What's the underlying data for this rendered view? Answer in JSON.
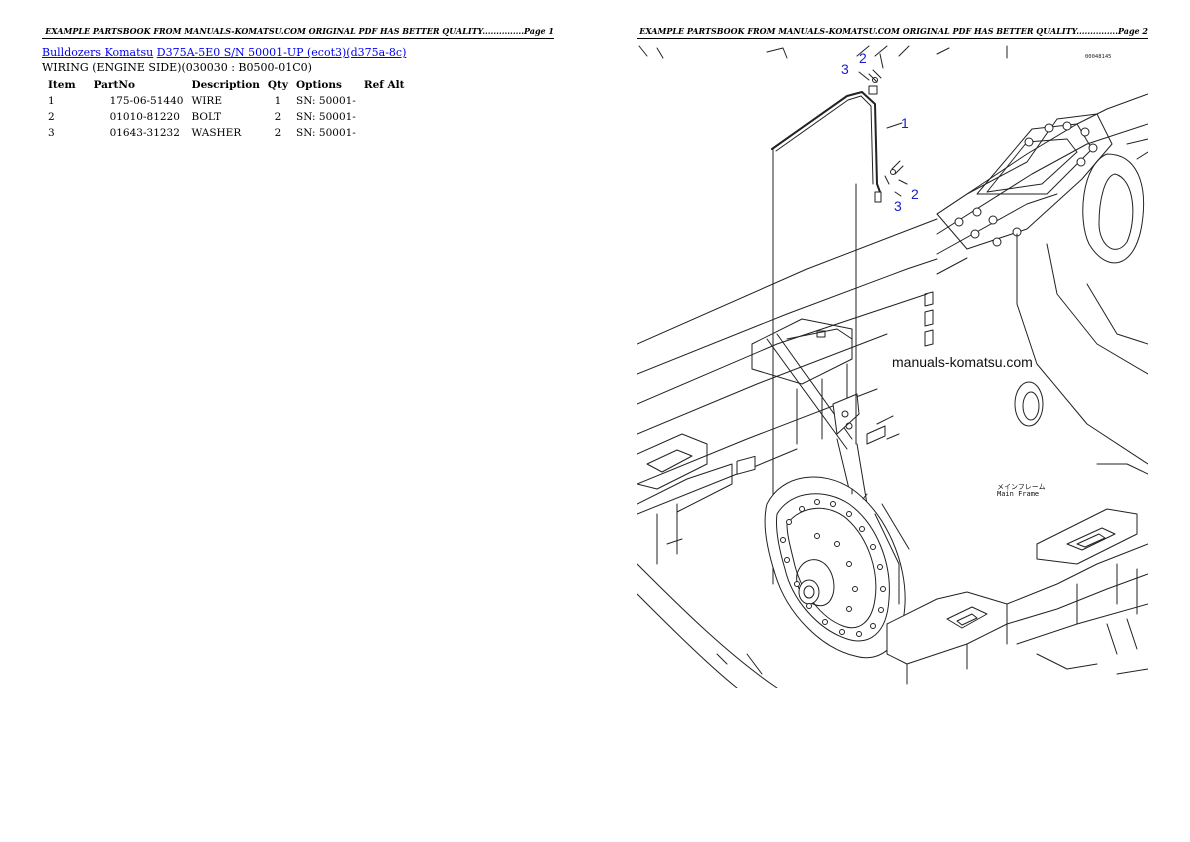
{
  "headers": {
    "page1": "EXAMPLE PARTSBOOK FROM MANUALS-KOMATSU.COM ORIGINAL PDF HAS BETTER QUALITY...............Page 1",
    "page2": "EXAMPLE PARTSBOOK FROM MANUALS-KOMATSU.COM ORIGINAL PDF HAS BETTER QUALITY...............Page 2"
  },
  "breadcrumb": {
    "category": "Bulldozers Komatsu",
    "model": "D375A-5E0 S/N 50001-UP (ecot3)(d375a-8c)"
  },
  "section_title": "WIRING (ENGINE SIDE)(030030 : B0500-01C0)",
  "table": {
    "headers": [
      "Item",
      "PartNo",
      "Description",
      "Qty",
      "Options",
      "Ref Alt"
    ],
    "rows": [
      {
        "item": "1",
        "partno": "175-06-51440",
        "description": "WIRE",
        "qty": "1",
        "options": "SN: 50001-",
        "refalt": ""
      },
      {
        "item": "2",
        "partno": "01010-81220",
        "description": "BOLT",
        "qty": "2",
        "options": "SN: 50001-",
        "refalt": ""
      },
      {
        "item": "3",
        "partno": "01643-31232",
        "description": "WASHER",
        "qty": "2",
        "options": "SN: 50001-",
        "refalt": ""
      }
    ]
  },
  "diagram": {
    "code": "00048145",
    "watermark": "manuals-komatsu.com",
    "label_jp": "メインフレーム",
    "label_en": "Main Frame",
    "callouts": [
      "1",
      "2",
      "3",
      "2",
      "3"
    ],
    "callout_color": "#1a1acc"
  }
}
